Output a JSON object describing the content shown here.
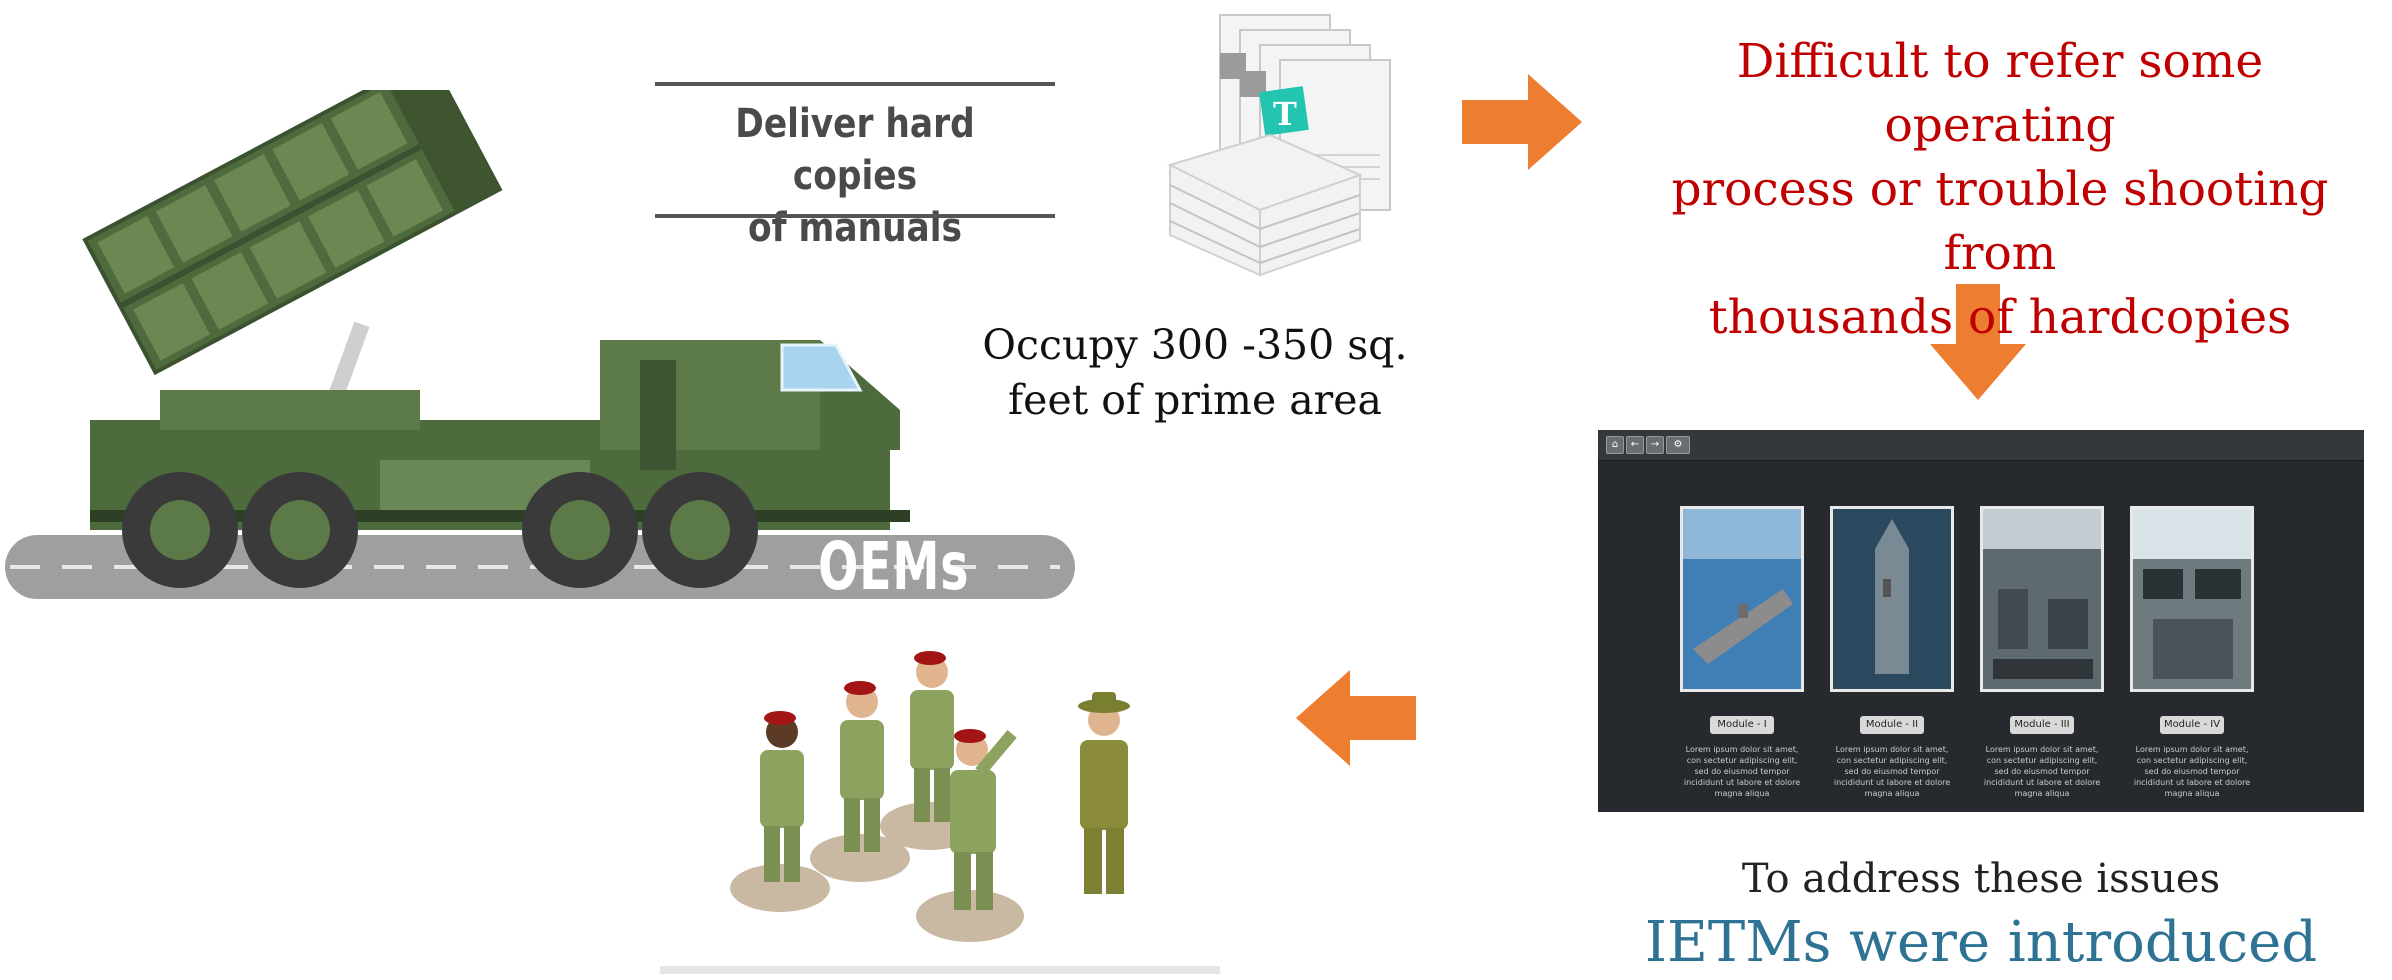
{
  "deliver": {
    "line1": "Deliver hard copies",
    "line2": "of manuals"
  },
  "occupy": {
    "line1": "Occupy 300 -350 sq.",
    "line2": "feet of prime area"
  },
  "difficult": {
    "line1": "Difficult to refer some operating",
    "line2": "process or trouble shooting from",
    "line3": "thousands of hardcopies"
  },
  "oems": {
    "label": "OEMs"
  },
  "manual_doc": {
    "letter": "T"
  },
  "ietm_screen": {
    "toolbar_icons": [
      "home-icon",
      "back-icon",
      "forward-icon",
      "settings-icon"
    ],
    "modules": [
      {
        "label": "Module - I",
        "desc": "Lorem ipsum dolor sit amet, con sectetur adipiscing elit, sed do eiusmod tempor incididunt ut labore et dolore magna aliqua"
      },
      {
        "label": "Module - II",
        "desc": "Lorem ipsum dolor sit amet, con sectetur adipiscing elit, sed do eiusmod tempor incididunt ut labore et dolore magna aliqua"
      },
      {
        "label": "Module - III",
        "desc": "Lorem ipsum dolor sit amet, con sectetur adipiscing elit, sed do eiusmod tempor incididunt ut labore et dolore magna aliqua"
      },
      {
        "label": "Module - IV",
        "desc": "Lorem ipsum dolor sit amet, con sectetur adipiscing elit, sed do eiusmod tempor incididunt ut labore et dolore magna aliqua"
      }
    ]
  },
  "address": {
    "text": "To address these issues"
  },
  "ietm": {
    "text": "IETMs were introduced"
  },
  "colors": {
    "arrow": "#ed7d31",
    "difficult": "#c00000",
    "ietm": "#2e7394",
    "army_green": "#4d6b3c"
  }
}
